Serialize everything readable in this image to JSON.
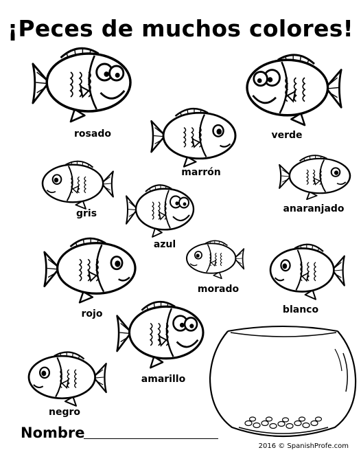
{
  "title": "¡Peces de muchos colores!",
  "fish": [
    {
      "label": "rosado"
    },
    {
      "label": "verde"
    },
    {
      "label": "marrón"
    },
    {
      "label": "gris"
    },
    {
      "label": "anaranjado"
    },
    {
      "label": "azul"
    },
    {
      "label": "morado"
    },
    {
      "label": "rojo"
    },
    {
      "label": "blanco"
    },
    {
      "label": "amarillo"
    },
    {
      "label": "negro"
    }
  ],
  "name_label": "Nombre",
  "credit": "2016 © SpanishProfe.com"
}
